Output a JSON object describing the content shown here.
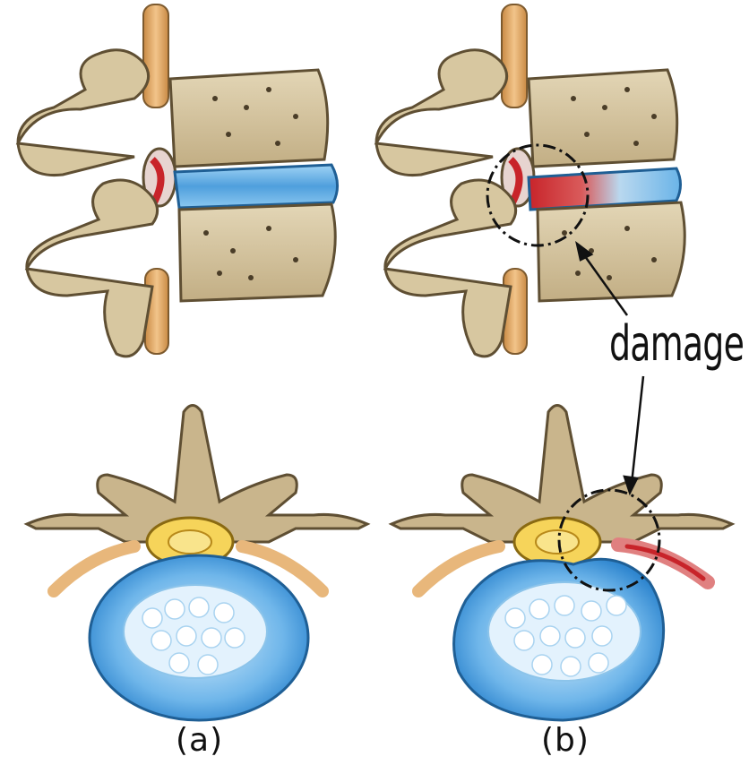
{
  "labels": {
    "panel_a": "(a)",
    "panel_b": "(b)",
    "annotation": "damage"
  },
  "colors": {
    "bone": "#d9c9a3",
    "bone_dark": "#7d6a48",
    "bone_mid": "#b9a77f",
    "disc_blue": "#5aa9e6",
    "disc_light": "#cfe9fb",
    "nerve": "#e8b77b",
    "cord_yellow": "#f6d45a",
    "inflamed": "#d9433a",
    "ink": "#111111"
  }
}
